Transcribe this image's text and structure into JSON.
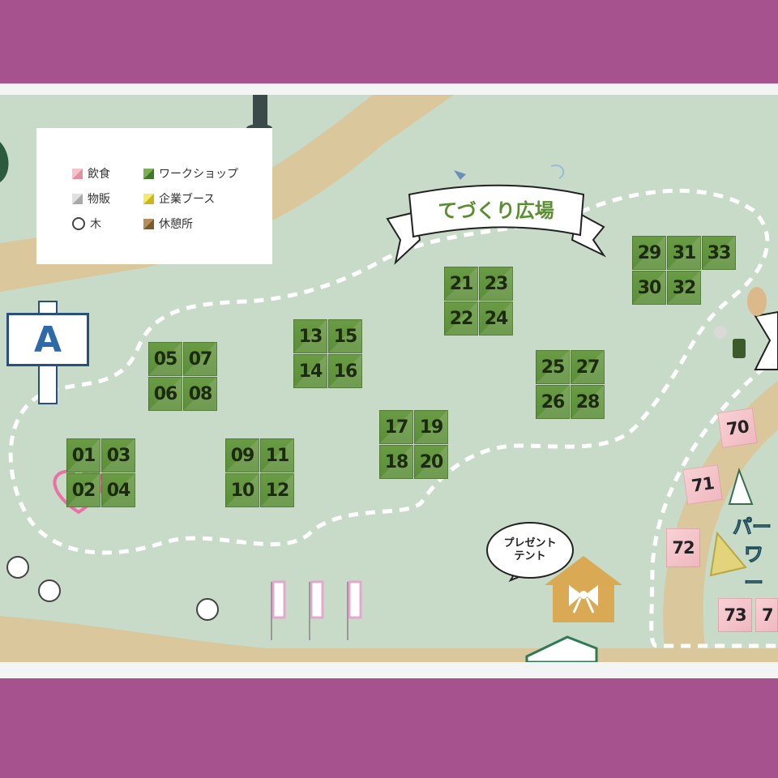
{
  "colors": {
    "map_bg": "#c7dbc8",
    "path": "#dac79b",
    "booth_green": "#5f9238",
    "booth_pink": "#f2bcc3",
    "dash": "#ffffff",
    "accent_frame": "#a5528e"
  },
  "legend": {
    "items": [
      {
        "label": "飲食",
        "icon": "pink-swatch"
      },
      {
        "label": "ワークショップ",
        "icon": "green-swatch"
      },
      {
        "label": "物販",
        "icon": "gray-swatch"
      },
      {
        "label": "企業ブース",
        "icon": "yellow-swatch"
      },
      {
        "label": "木",
        "icon": "circle-outline"
      },
      {
        "label": "休憩所",
        "icon": "brown-swatch"
      }
    ]
  },
  "banner": {
    "title": "てづくり広場"
  },
  "sign": {
    "letter": "A"
  },
  "present_tent": {
    "line1": "プレゼント",
    "line2": "テント"
  },
  "park_label": {
    "line1": "パー",
    "line2": "ワー"
  },
  "booths": {
    "b01": "01",
    "b02": "02",
    "b03": "03",
    "b04": "04",
    "b05": "05",
    "b06": "06",
    "b07": "07",
    "b08": "08",
    "b09": "09",
    "b10": "10",
    "b11": "11",
    "b12": "12",
    "b13": "13",
    "b14": "14",
    "b15": "15",
    "b16": "16",
    "b17": "17",
    "b18": "18",
    "b19": "19",
    "b20": "20",
    "b21": "21",
    "b22": "22",
    "b23": "23",
    "b24": "24",
    "b25": "25",
    "b26": "26",
    "b27": "27",
    "b28": "28",
    "b29": "29",
    "b30": "30",
    "b31": "31",
    "b32": "32",
    "b33": "33",
    "b70": "70",
    "b71": "71",
    "b72": "72",
    "b73": "73",
    "b74": "7"
  },
  "highlighted_booth": "02"
}
